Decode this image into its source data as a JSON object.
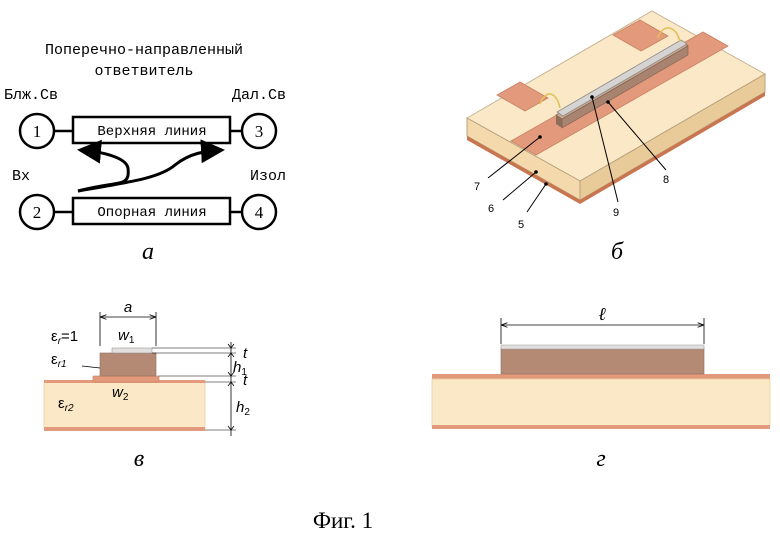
{
  "panel_a": {
    "title_line1": "Поперечно-направленный",
    "title_line2": "ответвитель",
    "label_near": "Блж.Св",
    "label_far": "Дал.Св",
    "label_in": "Вх",
    "label_iso": "Изол",
    "port1": "1",
    "port2": "2",
    "port3": "3",
    "port4": "4",
    "upper_line": "Верхняя линия",
    "ref_line": "Опорная линия",
    "letter": "а"
  },
  "panel_b": {
    "callouts": [
      "5",
      "6",
      "7",
      "8",
      "9"
    ],
    "letter": "б"
  },
  "panel_c": {
    "dim_a": "a",
    "w1": "w",
    "w1_sub": "1",
    "w2": "w",
    "w2_sub": "2",
    "eps_air": "ε",
    "eps_air_sub": "r",
    "eps_air_val": "=1",
    "eps_r1": "ε",
    "eps_r1_sub": "r1",
    "eps_r2": "ε",
    "eps_r2_sub": "r2",
    "t_top": "t",
    "h1": "h",
    "h1_sub": "1",
    "t_bottom": "t",
    "h2": "h",
    "h2_sub": "2",
    "letter": "в"
  },
  "panel_d": {
    "length": "ℓ",
    "letter": "г"
  },
  "caption": "Фиг. 1",
  "colors": {
    "substrate": "#fbe8c6",
    "copper": "#e39a7c",
    "dielectric": "#b58a75",
    "silver": "#c9c7c4",
    "line": "#000000"
  }
}
